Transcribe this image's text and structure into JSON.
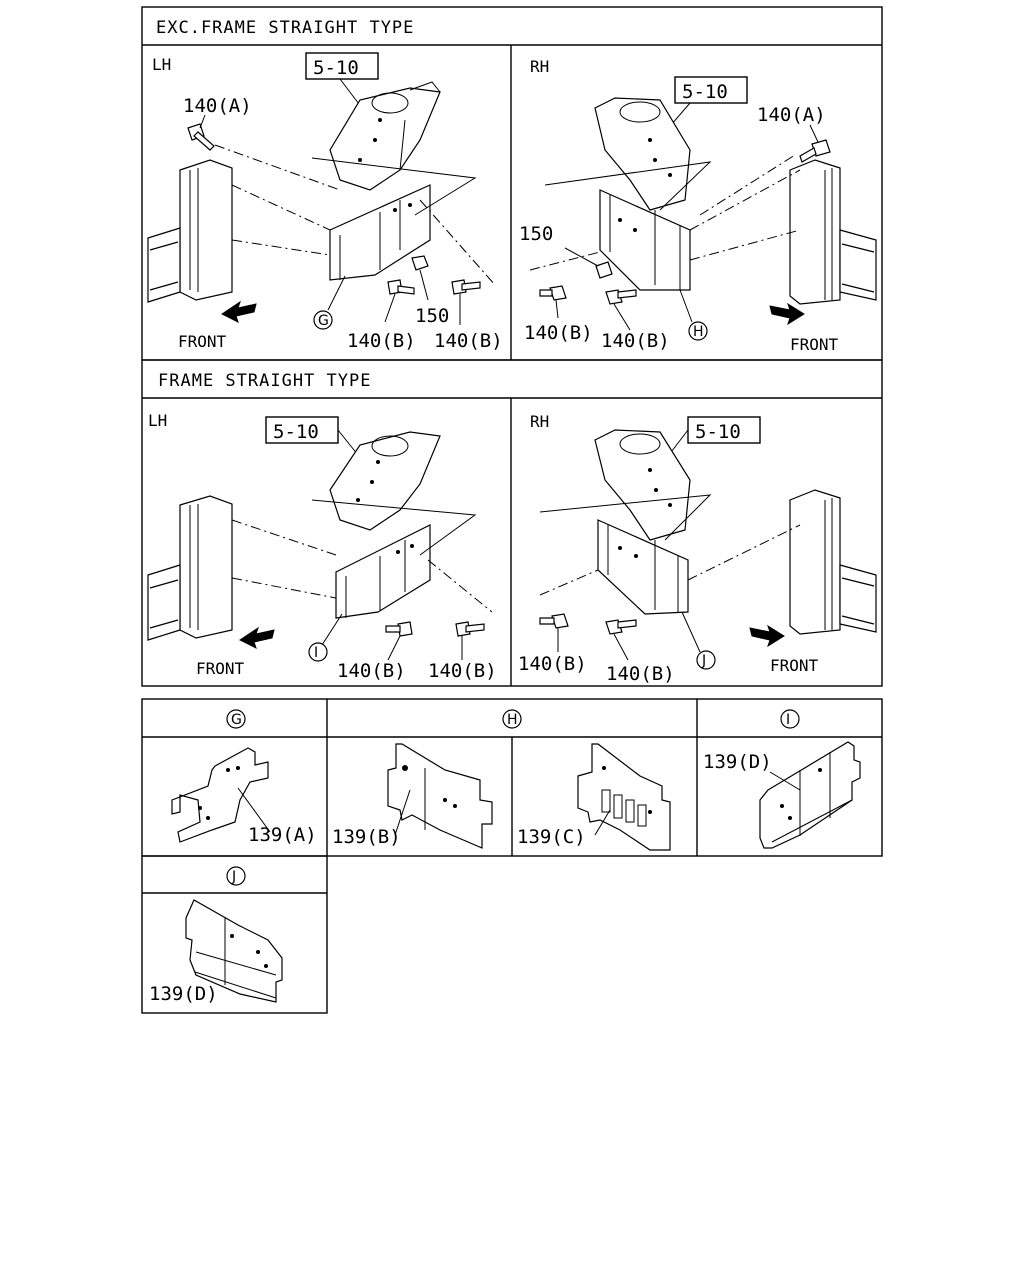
{
  "sections": {
    "exc_frame_straight": {
      "title": "EXC.FRAME STRAIGHT TYPE",
      "lh": {
        "side": "LH",
        "ref": "5-10",
        "labels": [
          "140(A)",
          "150",
          "140(B)",
          "140(B)"
        ],
        "marker": "G",
        "front": "FRONT"
      },
      "rh": {
        "side": "RH",
        "ref": "5-10",
        "labels": [
          "140(A)",
          "150",
          "140(B)",
          "140(B)"
        ],
        "marker": "H",
        "front": "FRONT"
      }
    },
    "frame_straight": {
      "title": "FRAME STRAIGHT TYPE",
      "lh": {
        "side": "LH",
        "ref": "5-10",
        "labels": [
          "140(B)",
          "140(B)"
        ],
        "marker": "I",
        "front": "FRONT"
      },
      "rh": {
        "side": "RH",
        "ref": "5-10",
        "labels": [
          "140(B)",
          "140(B)"
        ],
        "marker": "J",
        "front": "FRONT"
      }
    }
  },
  "legend": {
    "G": {
      "marker": "G",
      "parts": [
        "139(A)"
      ]
    },
    "H": {
      "marker": "H",
      "parts": [
        "139(B)",
        "139(C)"
      ]
    },
    "I": {
      "marker": "I",
      "parts": [
        "139(D)"
      ]
    },
    "J": {
      "marker": "J",
      "parts": [
        "139(D)"
      ]
    }
  }
}
